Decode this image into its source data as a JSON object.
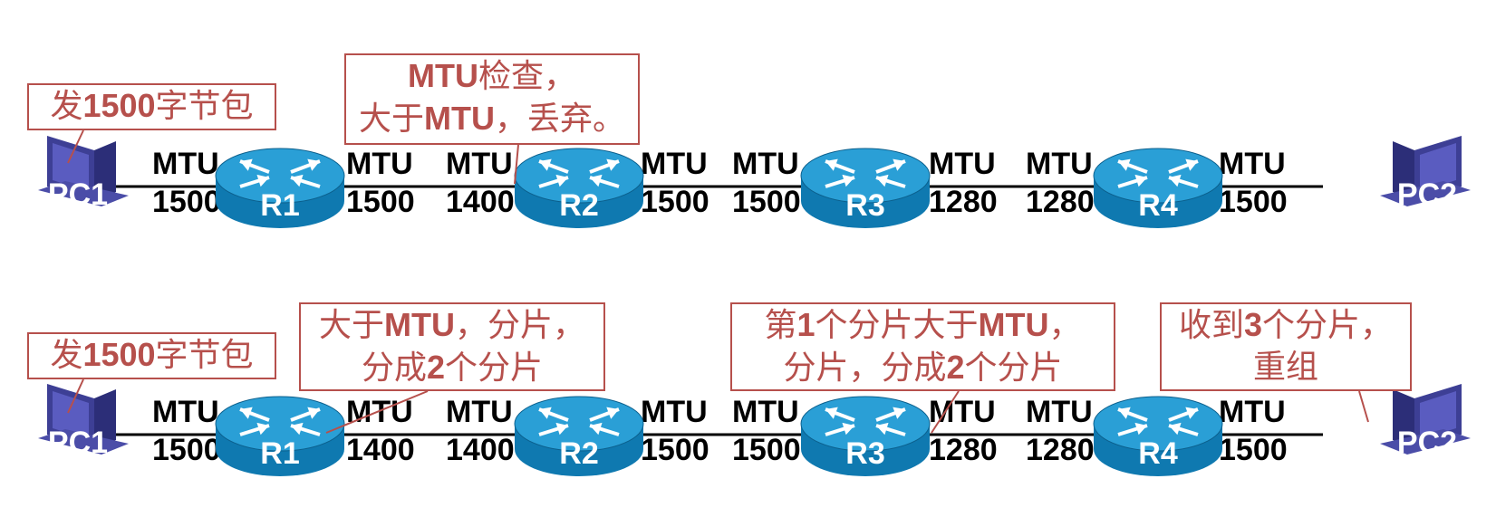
{
  "colors": {
    "callout": "#b6504c",
    "router_top": "#2a9fd6",
    "router_side": "#0f79b0",
    "pc": "#3d3f95",
    "link": "#000000"
  },
  "rows": [
    {
      "devices": {
        "pc_left": "PC1",
        "r1": "R1",
        "r2": "R2",
        "r3": "R3",
        "r4": "R4",
        "pc_right": "PC2"
      },
      "links": [
        {
          "left": [
            "MTU",
            "1500"
          ],
          "right": []
        },
        {
          "left": [
            "MTU",
            "1500"
          ],
          "right": [
            "MTU",
            "1400"
          ]
        },
        {
          "left": [
            "MTU",
            "1500"
          ],
          "right": [
            "MTU",
            "1500"
          ]
        },
        {
          "left": [
            "MTU",
            "1280"
          ],
          "right": [
            "MTU",
            "1280"
          ]
        },
        {
          "left": [
            "MTU",
            "1500"
          ],
          "right": []
        }
      ],
      "callouts": [
        {
          "lines": [
            [
              [
                "发",
                false
              ],
              [
                "1500",
                true
              ],
              [
                "字节包",
                false
              ]
            ]
          ]
        },
        {
          "lines": [
            [
              [
                "MTU",
                true
              ],
              [
                "检查，",
                false
              ]
            ],
            [
              [
                "大于",
                false
              ],
              [
                "MTU",
                true
              ],
              [
                "，丢弃。",
                false
              ]
            ]
          ]
        }
      ]
    },
    {
      "devices": {
        "pc_left": "PC1",
        "r1": "R1",
        "r2": "R2",
        "r3": "R3",
        "r4": "R4",
        "pc_right": "PC2"
      },
      "links": [
        {
          "left": [
            "MTU",
            "1500"
          ],
          "right": []
        },
        {
          "left": [
            "MTU",
            "1400"
          ],
          "right": [
            "MTU",
            "1400"
          ]
        },
        {
          "left": [
            "MTU",
            "1500"
          ],
          "right": [
            "MTU",
            "1500"
          ]
        },
        {
          "left": [
            "MTU",
            "1280"
          ],
          "right": [
            "MTU",
            "1280"
          ]
        },
        {
          "left": [
            "MTU",
            "1500"
          ],
          "right": []
        }
      ],
      "callouts": [
        {
          "lines": [
            [
              [
                "发",
                false
              ],
              [
                "1500",
                true
              ],
              [
                "字节包",
                false
              ]
            ]
          ]
        },
        {
          "lines": [
            [
              [
                "大于",
                false
              ],
              [
                "MTU",
                true
              ],
              [
                "，分片，",
                false
              ]
            ],
            [
              [
                "分成",
                false
              ],
              [
                "2",
                true
              ],
              [
                "个分片",
                false
              ]
            ]
          ]
        },
        {
          "lines": [
            [
              [
                "第",
                false
              ],
              [
                "1",
                true
              ],
              [
                "个分片大于",
                false
              ],
              [
                "MTU",
                true
              ],
              [
                "，",
                false
              ]
            ],
            [
              [
                "分片，分成",
                false
              ],
              [
                "2",
                true
              ],
              [
                "个分片",
                false
              ]
            ]
          ]
        },
        {
          "lines": [
            [
              [
                "收到",
                false
              ],
              [
                "3",
                true
              ],
              [
                "个分片，",
                false
              ]
            ],
            [
              [
                "重组",
                false
              ]
            ]
          ]
        }
      ]
    }
  ]
}
